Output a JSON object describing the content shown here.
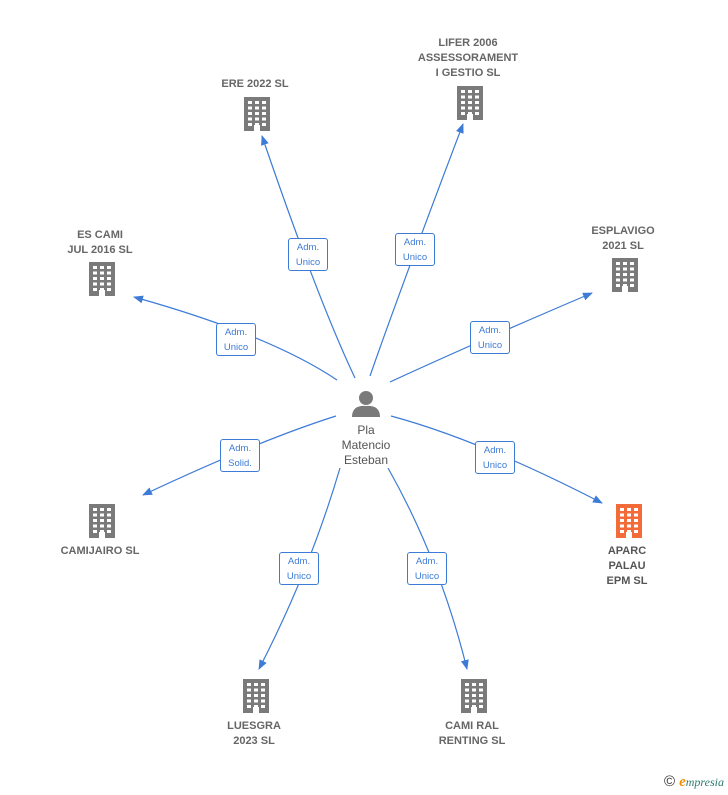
{
  "center": {
    "name": "Pla\nMatencio\nEsteban",
    "icon": "person-icon"
  },
  "colors": {
    "edge": "#3c7bd6",
    "building": "#7a7a7a",
    "building_highlight": "#f26b38",
    "person": "#7a7a7a"
  },
  "nodes": [
    {
      "id": "ere2022",
      "name": "ERE 2022  SL",
      "role": "Adm.\nUnico",
      "highlight": false,
      "icon": "building-icon"
    },
    {
      "id": "lifer2006",
      "name": "LIFER 2006\nASSESSORAMENT\nI GESTIO SL",
      "role": "Adm.\nUnico",
      "highlight": false,
      "icon": "building-icon"
    },
    {
      "id": "escami",
      "name": "ES CAMI\nJUL 2016  SL",
      "role": "Adm.\nUnico",
      "highlight": false,
      "icon": "building-icon"
    },
    {
      "id": "esplavigo",
      "name": "ESPLAVIGO\n2021  SL",
      "role": "Adm.\nUnico",
      "highlight": false,
      "icon": "building-icon"
    },
    {
      "id": "camijairo",
      "name": "CAMIJAIRO  SL",
      "role": "Adm.\nSolid.",
      "highlight": false,
      "icon": "building-icon"
    },
    {
      "id": "aparc",
      "name": "APARC\nPALAU\nEPM  SL",
      "role": "Adm.\nUnico",
      "highlight": true,
      "icon": "building-icon"
    },
    {
      "id": "luesgra",
      "name": "LUESGRA\n2023  SL",
      "role": "Adm.\nUnico",
      "highlight": false,
      "icon": "building-icon"
    },
    {
      "id": "camiral",
      "name": "CAMI RAL\nRENTING  SL",
      "role": "Adm.\nUnico",
      "highlight": false,
      "icon": "building-icon"
    }
  ],
  "footer": {
    "copyright": "©",
    "brand_e": "e",
    "brand_rest": "mpresia"
  }
}
